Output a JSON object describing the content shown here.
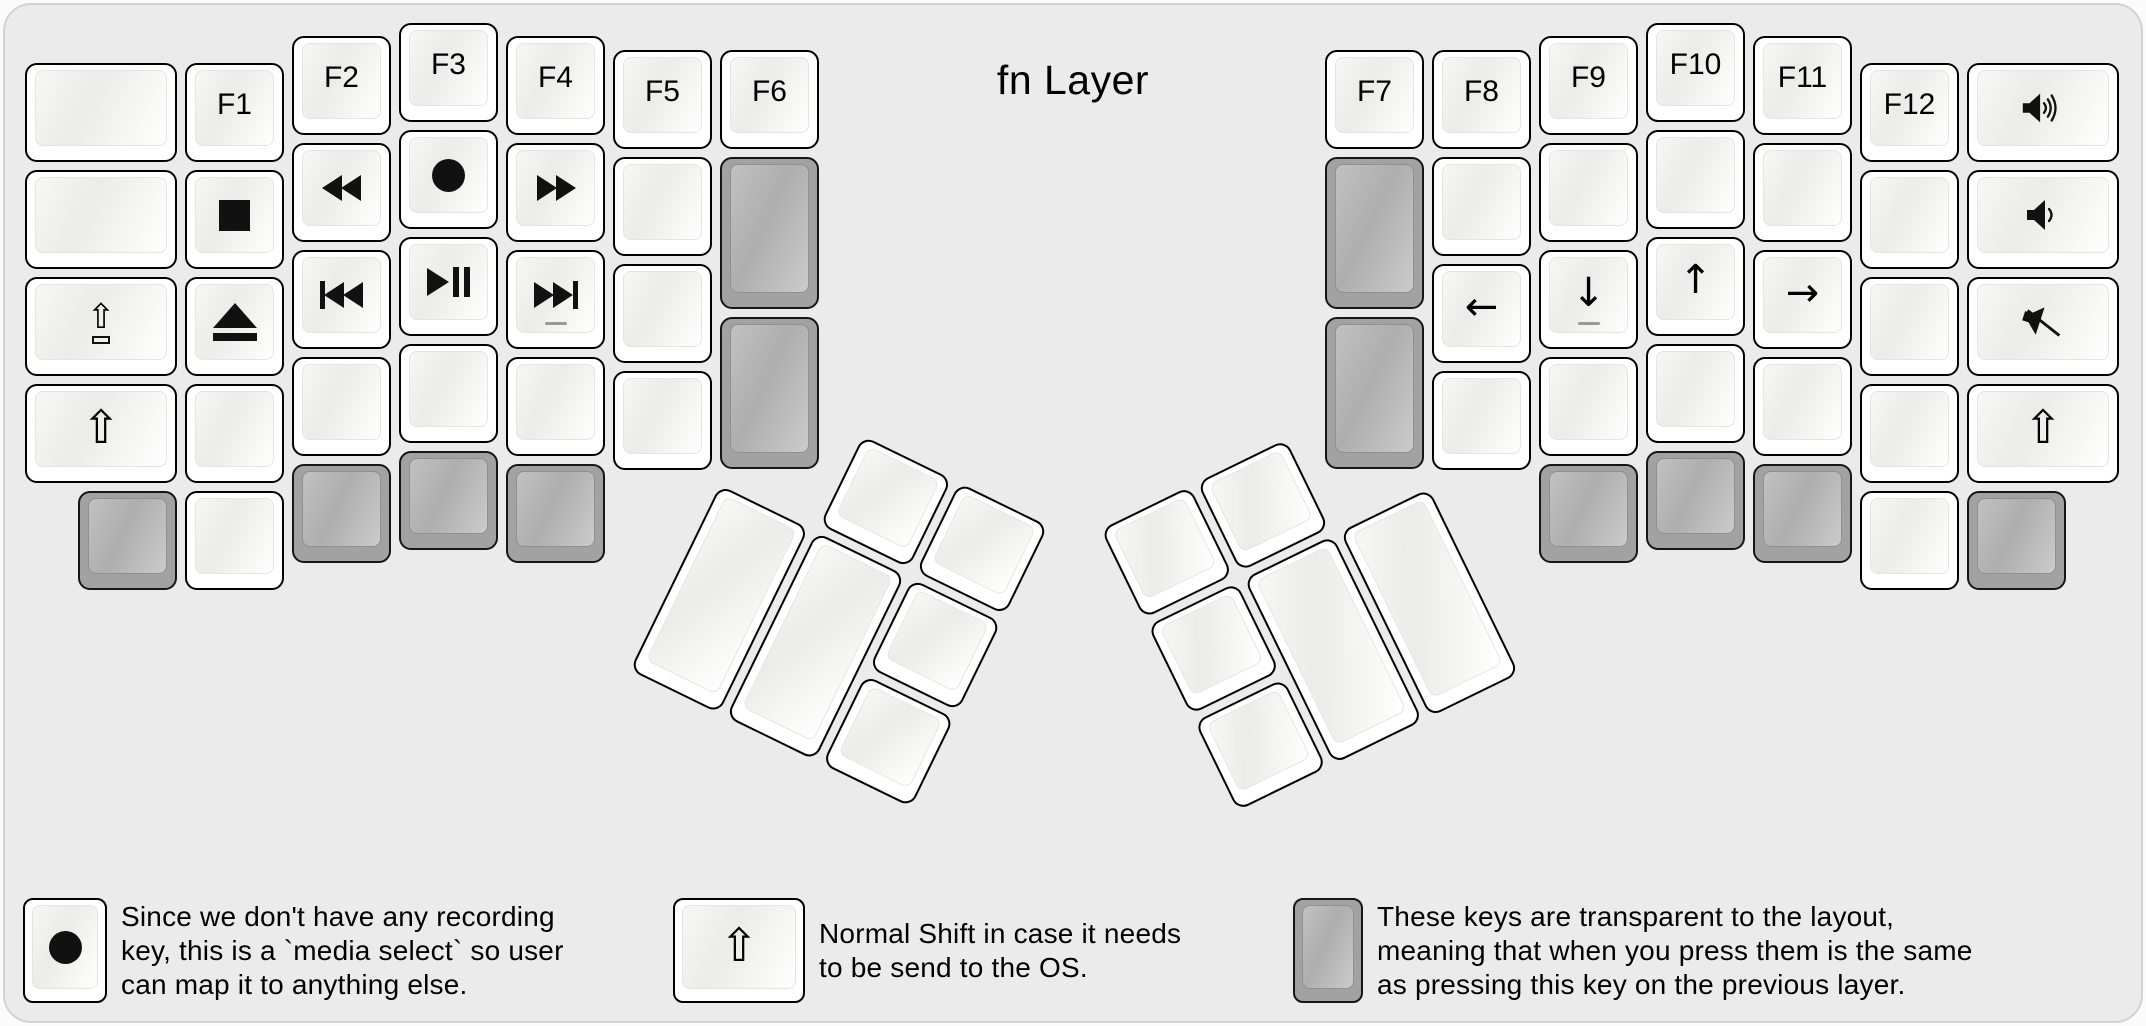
{
  "title": "fn Layer",
  "colors": {
    "canvas_background": "#ebebeb",
    "canvas_border": "#d2d2d2",
    "key_white": "#ffffff",
    "key_gray": "#a2a2a2",
    "key_border": "#000000",
    "legend_text": "#000000"
  },
  "keys": [
    [
      "main",
      20,
      58,
      152,
      99,
      "w",
      "none",
      "",
      "blank"
    ],
    [
      "main",
      20,
      165,
      152,
      99,
      "w",
      "none",
      "",
      "blank"
    ],
    [
      "main",
      20,
      272,
      152,
      99,
      "w",
      "icon",
      "caps-lock-icon",
      "caps-lock"
    ],
    [
      "main",
      20,
      379,
      152,
      99,
      "w",
      "icon",
      "shift-icon",
      "shift"
    ],
    [
      "main",
      180,
      58,
      99,
      99,
      "w",
      "text",
      "F1",
      "f1"
    ],
    [
      "main",
      180,
      165,
      99,
      99,
      "w",
      "icon",
      "stop-icon",
      "stop"
    ],
    [
      "main",
      180,
      272,
      99,
      99,
      "w",
      "icon",
      "eject-icon",
      "eject"
    ],
    [
      "main",
      180,
      379,
      99,
      99,
      "w",
      "none",
      "",
      "blank"
    ],
    [
      "main",
      287,
      31,
      99,
      99,
      "w",
      "text",
      "F2",
      "f2"
    ],
    [
      "main",
      287,
      138,
      99,
      99,
      "w",
      "icon",
      "rewind-icon",
      "rewind"
    ],
    [
      "main",
      287,
      245,
      99,
      99,
      "w",
      "icon",
      "previous-track-icon",
      "previous-track"
    ],
    [
      "main",
      287,
      352,
      99,
      99,
      "w",
      "none",
      "",
      "blank"
    ],
    [
      "main",
      394,
      18,
      99,
      99,
      "w",
      "text",
      "F3",
      "f3"
    ],
    [
      "main",
      394,
      125,
      99,
      99,
      "w",
      "icon",
      "record-icon",
      "record"
    ],
    [
      "main",
      394,
      232,
      99,
      99,
      "w",
      "icon",
      "play-pause-icon",
      "play-pause"
    ],
    [
      "main",
      394,
      339,
      99,
      99,
      "w",
      "none",
      "",
      "blank"
    ],
    [
      "main",
      501,
      31,
      99,
      99,
      "w",
      "text",
      "F4",
      "f4"
    ],
    [
      "main",
      501,
      138,
      99,
      99,
      "w",
      "icon",
      "fast-forward-icon",
      "fast-forward"
    ],
    [
      "main",
      501,
      245,
      99,
      99,
      "w",
      "icon",
      "next-track-icon",
      "next-track",
      1
    ],
    [
      "main",
      501,
      352,
      99,
      99,
      "w",
      "none",
      "",
      "blank"
    ],
    [
      "main",
      608,
      45,
      99,
      99,
      "w",
      "text",
      "F5",
      "f5"
    ],
    [
      "main",
      608,
      152,
      99,
      99,
      "w",
      "none",
      "",
      "blank"
    ],
    [
      "main",
      608,
      259,
      99,
      99,
      "w",
      "none",
      "",
      "blank"
    ],
    [
      "main",
      608,
      366,
      99,
      99,
      "w",
      "none",
      "",
      "blank"
    ],
    [
      "main",
      715,
      45,
      99,
      99,
      "w",
      "text",
      "F6",
      "f6"
    ],
    [
      "main",
      715,
      152,
      99,
      152,
      "g",
      "none",
      "",
      "transparent"
    ],
    [
      "main",
      715,
      312,
      99,
      152,
      "g",
      "none",
      "",
      "transparent"
    ],
    [
      "main",
      73,
      486,
      99,
      99,
      "g",
      "none",
      "",
      "transparent"
    ],
    [
      "main",
      180,
      486,
      99,
      99,
      "w",
      "none",
      "",
      "blank"
    ],
    [
      "main",
      287,
      459,
      99,
      99,
      "g",
      "none",
      "",
      "transparent"
    ],
    [
      "main",
      394,
      446,
      99,
      99,
      "g",
      "none",
      "",
      "transparent"
    ],
    [
      "main",
      501,
      459,
      99,
      99,
      "g",
      "none",
      "",
      "transparent"
    ],
    [
      "main",
      1320,
      45,
      99,
      99,
      "w",
      "text",
      "F7",
      "f7"
    ],
    [
      "main",
      1320,
      152,
      99,
      152,
      "g",
      "none",
      "",
      "transparent"
    ],
    [
      "main",
      1320,
      312,
      99,
      152,
      "g",
      "none",
      "",
      "transparent"
    ],
    [
      "main",
      1427,
      45,
      99,
      99,
      "w",
      "text",
      "F8",
      "f8"
    ],
    [
      "main",
      1427,
      152,
      99,
      99,
      "w",
      "none",
      "",
      "blank"
    ],
    [
      "main",
      1427,
      259,
      99,
      99,
      "w",
      "text-arrow",
      "←",
      "arrow-left"
    ],
    [
      "main",
      1427,
      366,
      99,
      99,
      "w",
      "none",
      "",
      "blank"
    ],
    [
      "main",
      1534,
      31,
      99,
      99,
      "w",
      "text",
      "F9",
      "f9"
    ],
    [
      "main",
      1534,
      138,
      99,
      99,
      "w",
      "none",
      "",
      "blank"
    ],
    [
      "main",
      1534,
      245,
      99,
      99,
      "w",
      "text-arrow",
      "↓",
      "arrow-down",
      1
    ],
    [
      "main",
      1534,
      352,
      99,
      99,
      "w",
      "none",
      "",
      "blank"
    ],
    [
      "main",
      1641,
      18,
      99,
      99,
      "w",
      "text",
      "F10",
      "f10"
    ],
    [
      "main",
      1641,
      125,
      99,
      99,
      "w",
      "none",
      "",
      "blank"
    ],
    [
      "main",
      1641,
      232,
      99,
      99,
      "w",
      "text-arrow",
      "↑",
      "arrow-up"
    ],
    [
      "main",
      1641,
      339,
      99,
      99,
      "w",
      "none",
      "",
      "blank"
    ],
    [
      "main",
      1748,
      31,
      99,
      99,
      "w",
      "text",
      "F11",
      "f11"
    ],
    [
      "main",
      1748,
      138,
      99,
      99,
      "w",
      "none",
      "",
      "blank"
    ],
    [
      "main",
      1748,
      245,
      99,
      99,
      "w",
      "text-arrow",
      "→",
      "arrow-right"
    ],
    [
      "main",
      1748,
      352,
      99,
      99,
      "w",
      "none",
      "",
      "blank"
    ],
    [
      "main",
      1855,
      58,
      99,
      99,
      "w",
      "text",
      "F12",
      "f12"
    ],
    [
      "main",
      1855,
      165,
      99,
      99,
      "w",
      "none",
      "",
      "blank"
    ],
    [
      "main",
      1855,
      272,
      99,
      99,
      "w",
      "none",
      "",
      "blank"
    ],
    [
      "main",
      1855,
      379,
      99,
      99,
      "w",
      "none",
      "",
      "blank"
    ],
    [
      "main",
      1962,
      58,
      152,
      99,
      "w",
      "icon",
      "volume-up-icon",
      "volume-up"
    ],
    [
      "main",
      1962,
      165,
      152,
      99,
      "w",
      "icon",
      "volume-down-icon",
      "volume-down"
    ],
    [
      "main",
      1962,
      272,
      152,
      99,
      "w",
      "icon",
      "mute-icon",
      "mute"
    ],
    [
      "main",
      1962,
      379,
      152,
      99,
      "w",
      "icon",
      "shift-icon",
      "shift"
    ],
    [
      "main",
      1534,
      459,
      99,
      99,
      "g",
      "none",
      "",
      "transparent"
    ],
    [
      "main",
      1641,
      446,
      99,
      99,
      "g",
      "none",
      "",
      "transparent"
    ],
    [
      "main",
      1748,
      459,
      99,
      99,
      "g",
      "none",
      "",
      "transparent"
    ],
    [
      "main",
      1855,
      486,
      99,
      99,
      "w",
      "none",
      "",
      "blank"
    ],
    [
      "main",
      1962,
      486,
      99,
      99,
      "g",
      "none",
      "",
      "transparent"
    ],
    [
      "tl",
      107,
      -107,
      99,
      99,
      "w",
      "none",
      "",
      "blank"
    ],
    [
      "tl",
      214,
      -107,
      99,
      99,
      "w",
      "none",
      "",
      "blank"
    ],
    [
      "tl",
      0,
      0,
      99,
      206,
      "w",
      "none",
      "",
      "blank"
    ],
    [
      "tl",
      107,
      0,
      99,
      206,
      "w",
      "none",
      "",
      "blank"
    ],
    [
      "tl",
      214,
      0,
      99,
      99,
      "w",
      "none",
      "",
      "blank"
    ],
    [
      "tl",
      214,
      107,
      99,
      99,
      "w",
      "none",
      "",
      "blank"
    ],
    [
      "tr",
      -321,
      -107,
      99,
      99,
      "w",
      "none",
      "",
      "blank"
    ],
    [
      "tr",
      -214,
      -107,
      99,
      99,
      "w",
      "none",
      "",
      "blank"
    ],
    [
      "tr",
      -321,
      0,
      99,
      99,
      "w",
      "none",
      "",
      "blank"
    ],
    [
      "tr",
      -214,
      0,
      99,
      206,
      "w",
      "none",
      "",
      "blank"
    ],
    [
      "tr",
      -107,
      0,
      99,
      206,
      "w",
      "none",
      "",
      "blank"
    ],
    [
      "tr",
      -321,
      107,
      99,
      99,
      "w",
      "none",
      "",
      "blank"
    ]
  ],
  "legend": [
    {
      "icon": "record-icon",
      "key_style": "white",
      "key_width": 84,
      "lines": [
        "Since we don't have any recording",
        "key, this is a `media select` so user",
        "can map it to anything else."
      ]
    },
    {
      "icon": "shift-icon",
      "key_style": "white",
      "key_width": 132,
      "lines": [
        "Normal Shift in case it needs",
        "to be send to the OS."
      ]
    },
    {
      "icon": "",
      "key_style": "gray",
      "key_width": 70,
      "lines": [
        "These keys are transparent to the layout,",
        "meaning that when you press them is the same",
        "as pressing this key on the previous layer."
      ]
    }
  ]
}
